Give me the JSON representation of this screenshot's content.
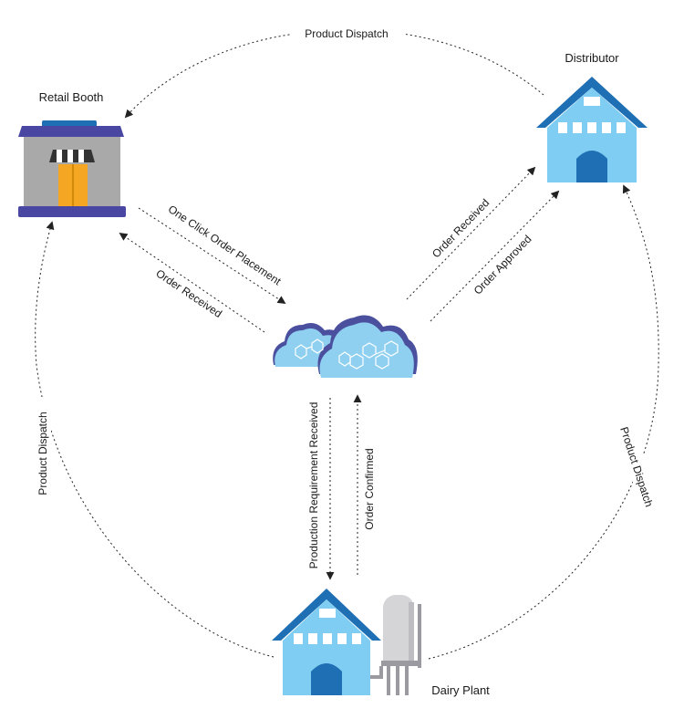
{
  "nodes": {
    "retail": {
      "label": "Retail Booth"
    },
    "distributor": {
      "label": "Distributor"
    },
    "dairy": {
      "label": "Dairy Plant"
    },
    "cloud": {
      "label": ""
    }
  },
  "edges": {
    "dispatch_top": "Product Dispatch",
    "dispatch_left": "Product Dispatch",
    "dispatch_right": "Product Dispatch",
    "one_click": "One Click Order Placement",
    "order_received_retail": "Order Received",
    "order_received_dist": "Order Received",
    "order_approved": "Order Approved",
    "production_req": "Production Requirement Received",
    "order_confirmed": "Order Confirmed"
  },
  "colors": {
    "house_light": "#7fcdf2",
    "house_dark": "#1f6fb5",
    "booth_wall": "#a9a9a9",
    "booth_base": "#4a47a3",
    "booth_door": "#f5a623",
    "cloud_fill": "#8fd0f0",
    "cloud_edge": "#4a4f9e",
    "arrow": "#222222"
  }
}
